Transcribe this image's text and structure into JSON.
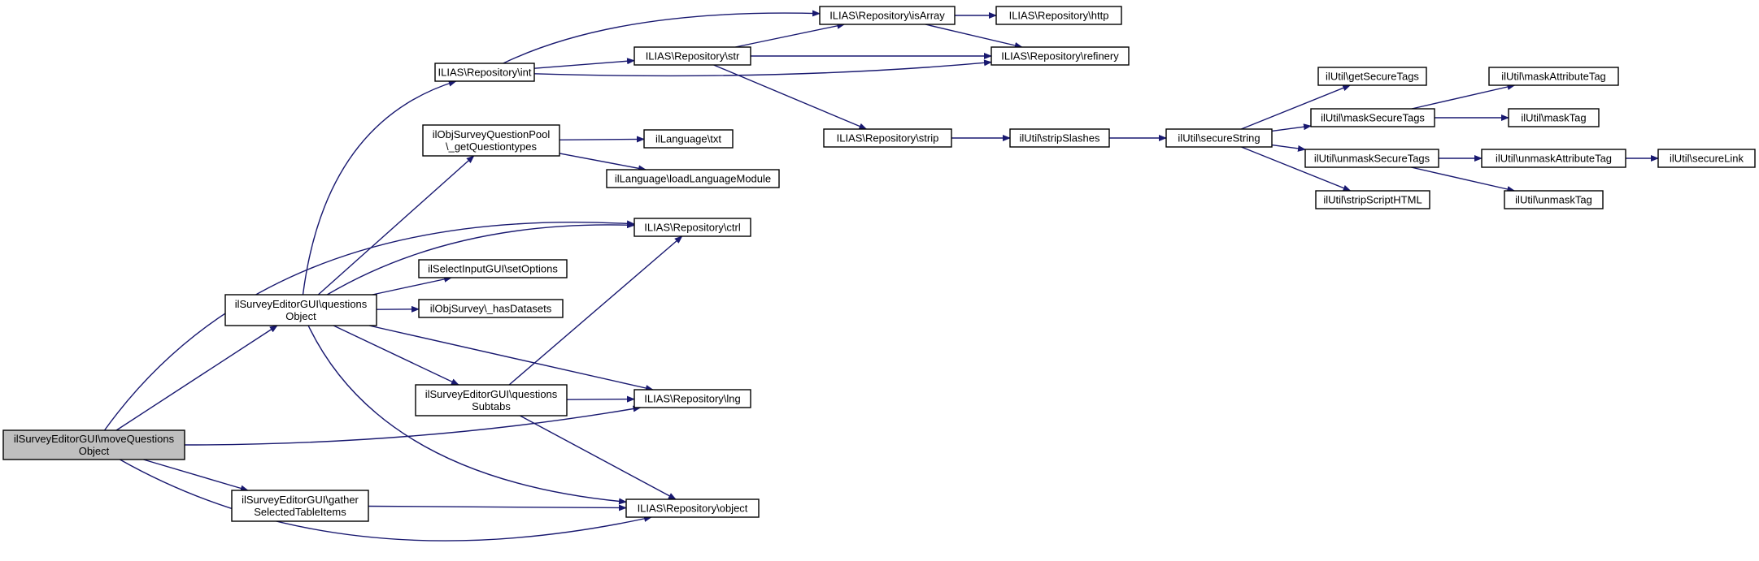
{
  "diagram": {
    "type": "call-graph",
    "colors": {
      "edge": "#191970",
      "root_fill": "#bfbfbf",
      "node_fill": "#ffffff",
      "node_border": "#000000"
    },
    "nodes": [
      {
        "id": "moveQuestions",
        "lines": [
          "ilSurveyEditorGUI\\moveQuestions",
          "Object"
        ],
        "root": true
      },
      {
        "id": "questionsObject",
        "lines": [
          "ilSurveyEditorGUI\\questions",
          "Object"
        ]
      },
      {
        "id": "gatherSelected",
        "lines": [
          "ilSurveyEditorGUI\\gather",
          "SelectedTableItems"
        ]
      },
      {
        "id": "repoInt",
        "lines": [
          "ILIAS\\Repository\\int"
        ]
      },
      {
        "id": "getQuestiontypes",
        "lines": [
          "ilObjSurveyQuestionPool",
          "\\_getQuestiontypes"
        ]
      },
      {
        "id": "repoCtrl",
        "lines": [
          "ILIAS\\Repository\\ctrl"
        ]
      },
      {
        "id": "setOptions",
        "lines": [
          "ilSelectInputGUI\\setOptions"
        ]
      },
      {
        "id": "hasDatasets",
        "lines": [
          "ilObjSurvey\\_hasDatasets"
        ]
      },
      {
        "id": "questionsSubtabs",
        "lines": [
          "ilSurveyEditorGUI\\questions",
          "Subtabs"
        ]
      },
      {
        "id": "repoLng",
        "lines": [
          "ILIAS\\Repository\\lng"
        ]
      },
      {
        "id": "repoObject",
        "lines": [
          "ILIAS\\Repository\\object"
        ]
      },
      {
        "id": "repoStr",
        "lines": [
          "ILIAS\\Repository\\str"
        ]
      },
      {
        "id": "repoIsArray",
        "lines": [
          "ILIAS\\Repository\\isArray"
        ]
      },
      {
        "id": "repoHttp",
        "lines": [
          "ILIAS\\Repository\\http"
        ]
      },
      {
        "id": "repoRefinery",
        "lines": [
          "ILIAS\\Repository\\refinery"
        ]
      },
      {
        "id": "langTxt",
        "lines": [
          "ilLanguage\\txt"
        ]
      },
      {
        "id": "loadLangModule",
        "lines": [
          "ilLanguage\\loadLanguageModule"
        ]
      },
      {
        "id": "repoStrip",
        "lines": [
          "ILIAS\\Repository\\strip"
        ]
      },
      {
        "id": "stripSlashes",
        "lines": [
          "ilUtil\\stripSlashes"
        ]
      },
      {
        "id": "secureString",
        "lines": [
          "ilUtil\\secureString"
        ]
      },
      {
        "id": "getSecureTags",
        "lines": [
          "ilUtil\\getSecureTags"
        ]
      },
      {
        "id": "maskSecureTags",
        "lines": [
          "ilUtil\\maskSecureTags"
        ]
      },
      {
        "id": "unmaskSecureTags",
        "lines": [
          "ilUtil\\unmaskSecureTags"
        ]
      },
      {
        "id": "stripScriptHTML",
        "lines": [
          "ilUtil\\stripScriptHTML"
        ]
      },
      {
        "id": "maskAttributeTag",
        "lines": [
          "ilUtil\\maskAttributeTag"
        ]
      },
      {
        "id": "maskTag",
        "lines": [
          "ilUtil\\maskTag"
        ]
      },
      {
        "id": "unmaskAttributeTag",
        "lines": [
          "ilUtil\\unmaskAttributeTag"
        ]
      },
      {
        "id": "unmaskTag",
        "lines": [
          "ilUtil\\unmaskTag"
        ]
      },
      {
        "id": "secureLink",
        "lines": [
          "ilUtil\\secureLink"
        ]
      }
    ],
    "edges": [
      {
        "from": "moveQuestions",
        "to": "questionsObject"
      },
      {
        "from": "moveQuestions",
        "to": "repoCtrl"
      },
      {
        "from": "moveQuestions",
        "to": "repoLng"
      },
      {
        "from": "moveQuestions",
        "to": "gatherSelected"
      },
      {
        "from": "moveQuestions",
        "to": "repoObject"
      },
      {
        "from": "questionsObject",
        "to": "repoInt"
      },
      {
        "from": "questionsObject",
        "to": "getQuestiontypes"
      },
      {
        "from": "questionsObject",
        "to": "repoCtrl"
      },
      {
        "from": "questionsObject",
        "to": "setOptions"
      },
      {
        "from": "questionsObject",
        "to": "hasDatasets"
      },
      {
        "from": "questionsObject",
        "to": "questionsSubtabs"
      },
      {
        "from": "questionsObject",
        "to": "repoLng"
      },
      {
        "from": "questionsObject",
        "to": "repoObject"
      },
      {
        "from": "gatherSelected",
        "to": "repoObject"
      },
      {
        "from": "questionsSubtabs",
        "to": "repoCtrl"
      },
      {
        "from": "questionsSubtabs",
        "to": "repoLng"
      },
      {
        "from": "questionsSubtabs",
        "to": "repoObject"
      },
      {
        "from": "repoInt",
        "to": "repoIsArray"
      },
      {
        "from": "repoInt",
        "to": "repoStr"
      },
      {
        "from": "repoInt",
        "to": "repoRefinery"
      },
      {
        "from": "repoStr",
        "to": "repoIsArray"
      },
      {
        "from": "repoStr",
        "to": "repoRefinery"
      },
      {
        "from": "repoStr",
        "to": "repoStrip"
      },
      {
        "from": "repoIsArray",
        "to": "repoHttp"
      },
      {
        "from": "repoIsArray",
        "to": "repoRefinery"
      },
      {
        "from": "getQuestiontypes",
        "to": "langTxt"
      },
      {
        "from": "getQuestiontypes",
        "to": "loadLangModule"
      },
      {
        "from": "repoStrip",
        "to": "stripSlashes"
      },
      {
        "from": "stripSlashes",
        "to": "secureString"
      },
      {
        "from": "secureString",
        "to": "getSecureTags"
      },
      {
        "from": "secureString",
        "to": "maskSecureTags"
      },
      {
        "from": "secureString",
        "to": "unmaskSecureTags"
      },
      {
        "from": "secureString",
        "to": "stripScriptHTML"
      },
      {
        "from": "maskSecureTags",
        "to": "maskAttributeTag"
      },
      {
        "from": "maskSecureTags",
        "to": "maskTag"
      },
      {
        "from": "unmaskSecureTags",
        "to": "unmaskAttributeTag"
      },
      {
        "from": "unmaskSecureTags",
        "to": "unmaskTag"
      },
      {
        "from": "unmaskAttributeTag",
        "to": "secureLink"
      }
    ]
  }
}
